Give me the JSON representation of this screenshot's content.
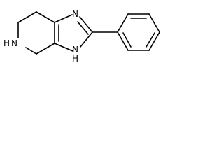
{
  "structure": {
    "atoms": {
      "n_imine": "N",
      "n_amine_h": "H",
      "n_amine_n": "N",
      "n_pyrrole_n": "N",
      "n_pyrrole_h": "H"
    },
    "colors": {
      "bond": "#000000",
      "label": "#000000",
      "background": "#ffffff"
    }
  }
}
